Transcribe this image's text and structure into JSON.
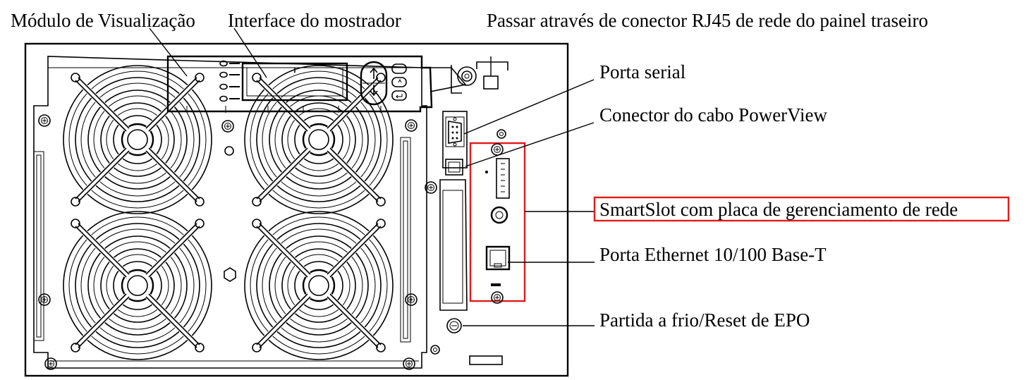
{
  "labels": {
    "display_module": "Módulo de Visualização",
    "display_interface": "Interface do mostrador",
    "rj45_passthrough": "Passar através de conector RJ45 de rede do painel traseiro",
    "serial_port": "Porta serial",
    "powerview_connector": "Conector do cabo PowerView",
    "smartslot": "SmartSlot com placa de gerenciamento de rede",
    "ethernet_port": "Porta Ethernet 10/100 Base-T",
    "cold_start": "Partida a frio/Reset de EPO"
  },
  "highlight_color": "#e01b1b"
}
